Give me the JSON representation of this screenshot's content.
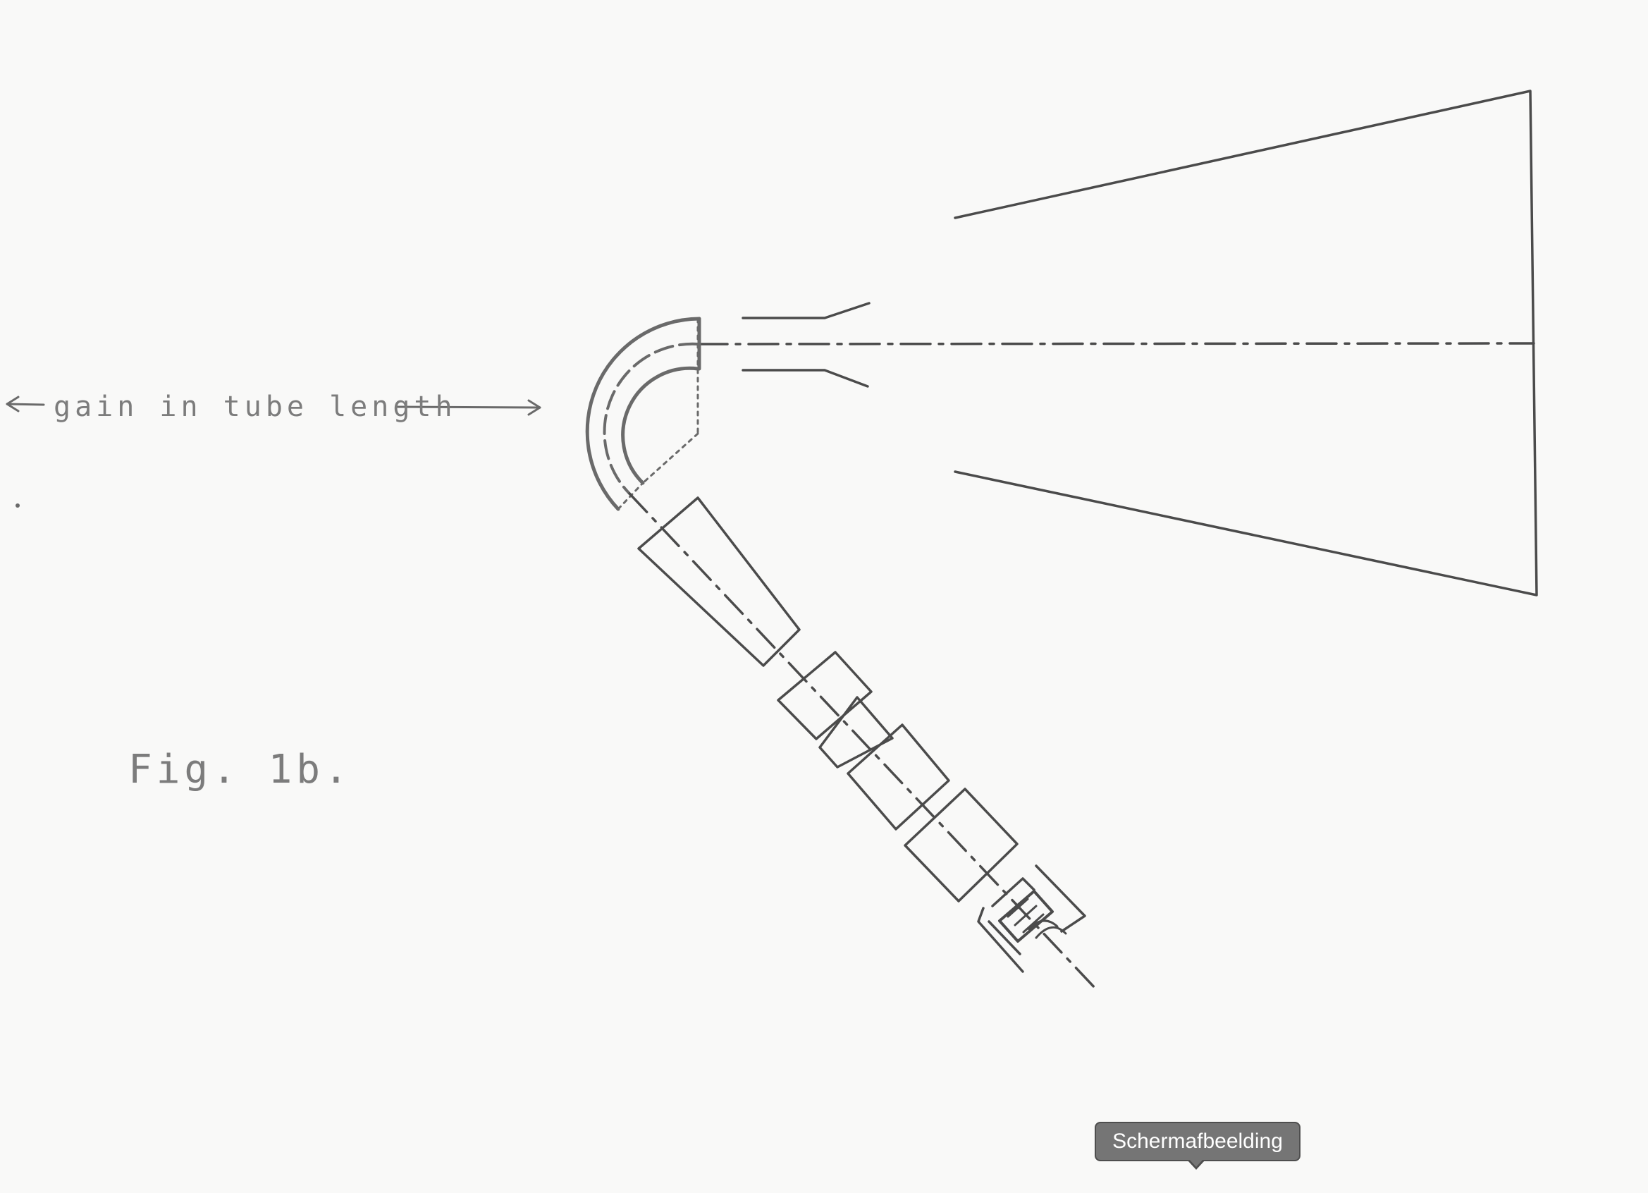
{
  "diagram": {
    "dimension_label": "gain in tube length",
    "figure_label": "Fig. 1b."
  },
  "tooltip": {
    "text": "Schermafbeelding"
  },
  "colors": {
    "paper": "#f9f9f8",
    "ink": "#4b4b4b",
    "pencil": "#7c7c7c",
    "tooltip_bg": "#757575"
  }
}
